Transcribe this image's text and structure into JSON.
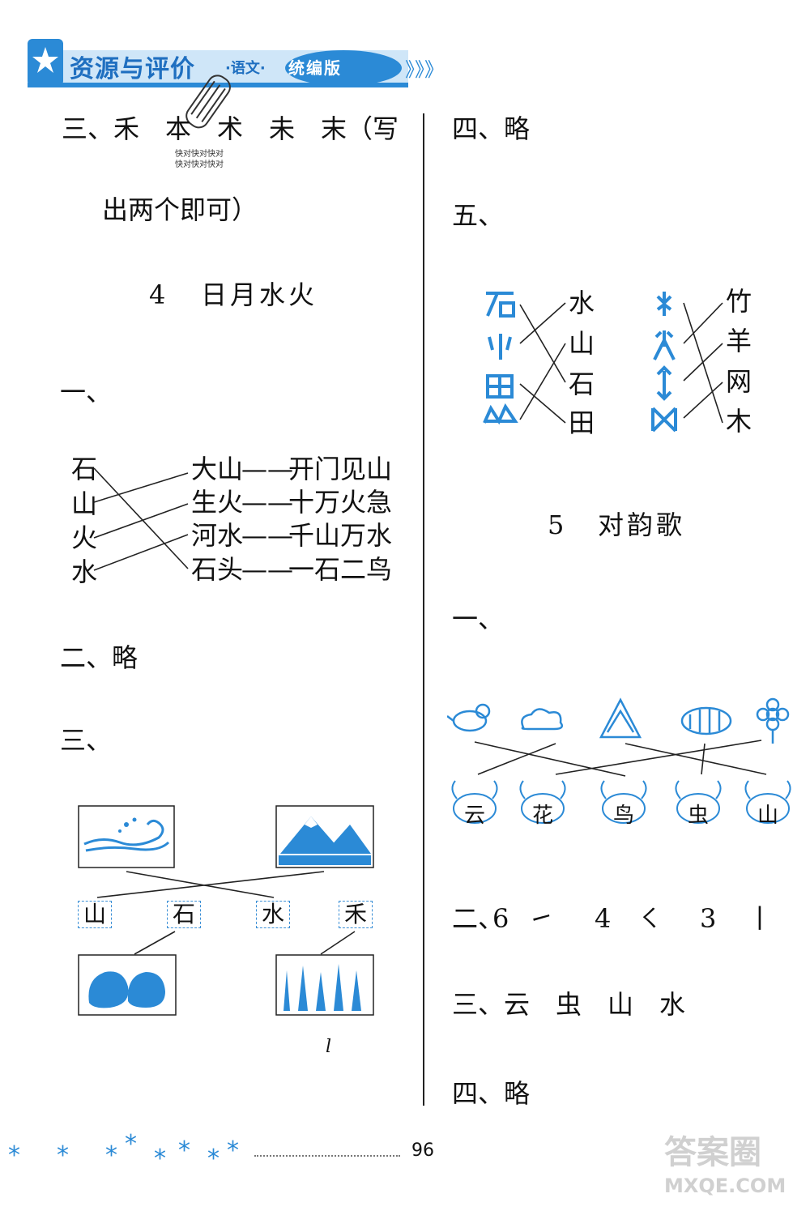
{
  "header": {
    "title": "资源与评价",
    "subject": "·语文·",
    "edition": "统编版",
    "arrows": "》》》"
  },
  "stamp": {
    "line1": "快对快对快对",
    "line2": "快对快对快对"
  },
  "left": {
    "q3_prev": {
      "line1": "三、禾　本　术　未　末（写",
      "line2": "出两个即可）"
    },
    "lesson4": {
      "number": "4",
      "title": "日月水火"
    },
    "q1": {
      "label": "一、",
      "left_chars": [
        "石",
        "山",
        "火",
        "水"
      ],
      "words": [
        "大山",
        "生火",
        "河水",
        "石头"
      ],
      "dashes": "——",
      "idioms": [
        "开门见山",
        "十万火急",
        "千山万水",
        "一石二鸟"
      ]
    },
    "q2": "二、略",
    "q3": {
      "label": "三、",
      "chars": [
        "山",
        "石",
        "水",
        "禾"
      ]
    },
    "stray": "l"
  },
  "right": {
    "q4": "四、略",
    "q5": {
      "label": "五、",
      "group1_chars": [
        "水",
        "山",
        "石",
        "田"
      ],
      "group2_chars": [
        "竹",
        "羊",
        "网",
        "木"
      ]
    },
    "lesson5": {
      "number": "5",
      "title": "对韵歌"
    },
    "q1": {
      "label": "一、",
      "crab_chars": [
        "云",
        "花",
        "鸟",
        "虫",
        "山"
      ]
    },
    "q2": {
      "label": "二、",
      "items": [
        "6",
        "4",
        "3"
      ],
      "strokes": [
        "㇀",
        "㇛",
        "丨"
      ]
    },
    "q3": "三、云　虫　山　水"
  },
  "footer": {
    "page_number": "96",
    "watermark_line1": "答案圈",
    "watermark_line2": "MXQE.COM"
  },
  "colors": {
    "blue": "#2b8ad6",
    "header_blue": "#1f6fc0",
    "text": "#111111"
  }
}
